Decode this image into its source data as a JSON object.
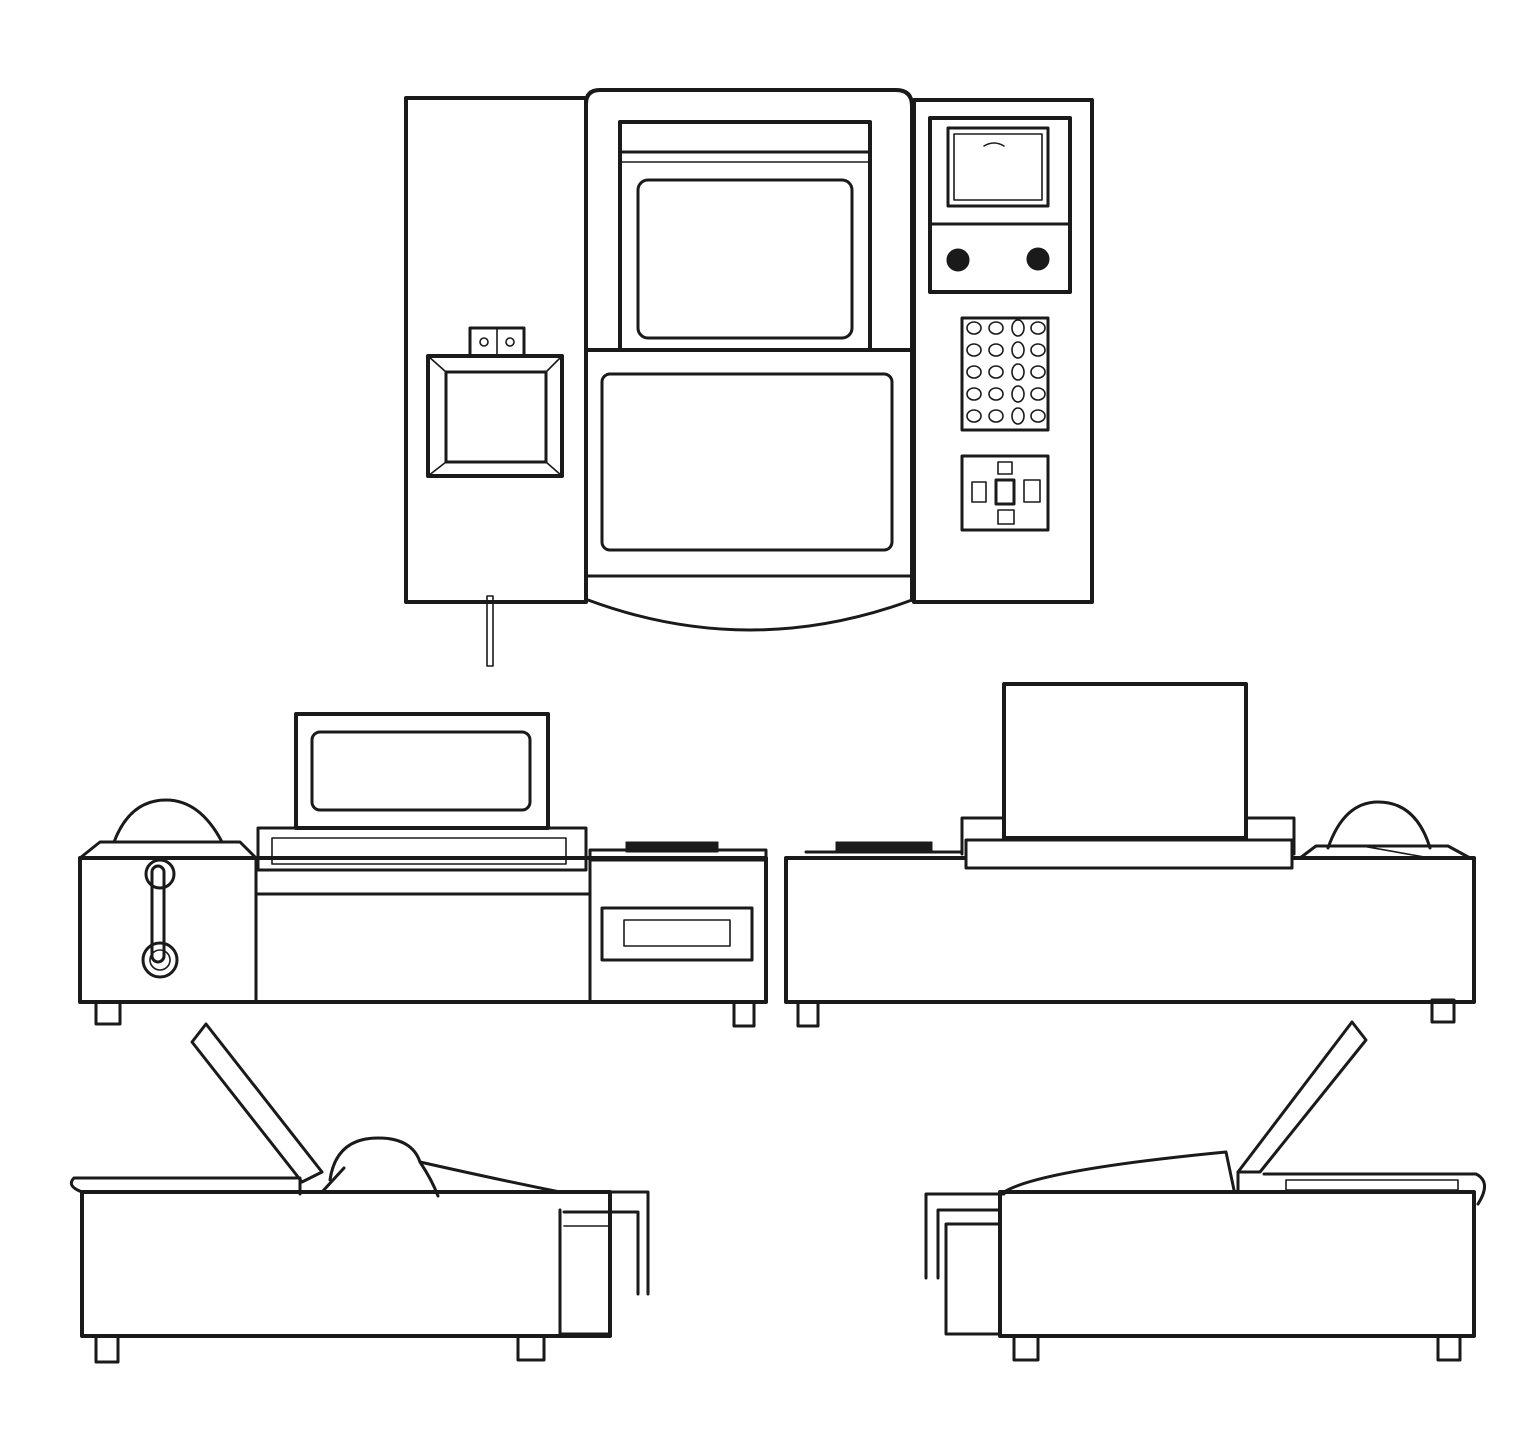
{
  "drawing": {
    "kind": "hand-drawn orthographic sketch",
    "views": [
      "top-view",
      "front-view",
      "rear-view",
      "left-side-view",
      "right-side-view"
    ]
  },
  "colors": {
    "ink": "#1a1a1a",
    "paper": "#ffffff",
    "shade": "#3a3a3a"
  },
  "icons": {
    "dial": "circle-dot",
    "keypad_key": "small-oval",
    "dpad": "square-cross"
  }
}
